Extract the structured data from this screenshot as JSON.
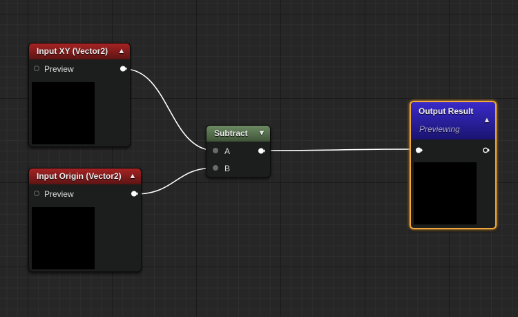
{
  "nodes": {
    "input_xy": {
      "title": "Input XY (Vector2)",
      "pin_label": "Preview"
    },
    "input_origin": {
      "title": "Input Origin (Vector2)",
      "pin_label": "Preview"
    },
    "subtract": {
      "title": "Subtract",
      "pin_a": "A",
      "pin_b": "B"
    },
    "output_result": {
      "title": "Output Result",
      "subtitle": "Previewing"
    }
  },
  "icons": {
    "collapse": "chevron-up-icon",
    "dropdown": "chevron-down-icon",
    "pin_in": "circle-pin-icon",
    "pin_out": "arrow-pin-icon"
  },
  "colors": {
    "input_header": "#a62323",
    "subtract_header": "#6c8a63",
    "output_header": "#3a2ac9",
    "selection": "#f2a83a",
    "wire": "#ffffff"
  }
}
